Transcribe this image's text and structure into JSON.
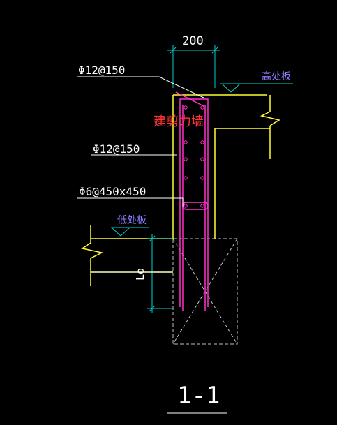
{
  "drawing": {
    "dimension_top": "200",
    "rebar_top": "Φ12@150",
    "rebar_mid": "Φ12@150",
    "tie": "Φ6@450x450",
    "wall_label": "建剪力墙",
    "high_slab": "高处板",
    "low_slab": "低处板",
    "anchor_length": "Lo",
    "section_title": "1-1"
  },
  "colors": {
    "background": "#000000",
    "wall_outline": "#ffff33",
    "dimension": "#00d0d0",
    "rebar": "#ff33cc",
    "wall_label": "#ff3333",
    "slab_label": "#8a7cff",
    "annotation_text": "#ffffff",
    "footing": "#c0c0c0"
  }
}
